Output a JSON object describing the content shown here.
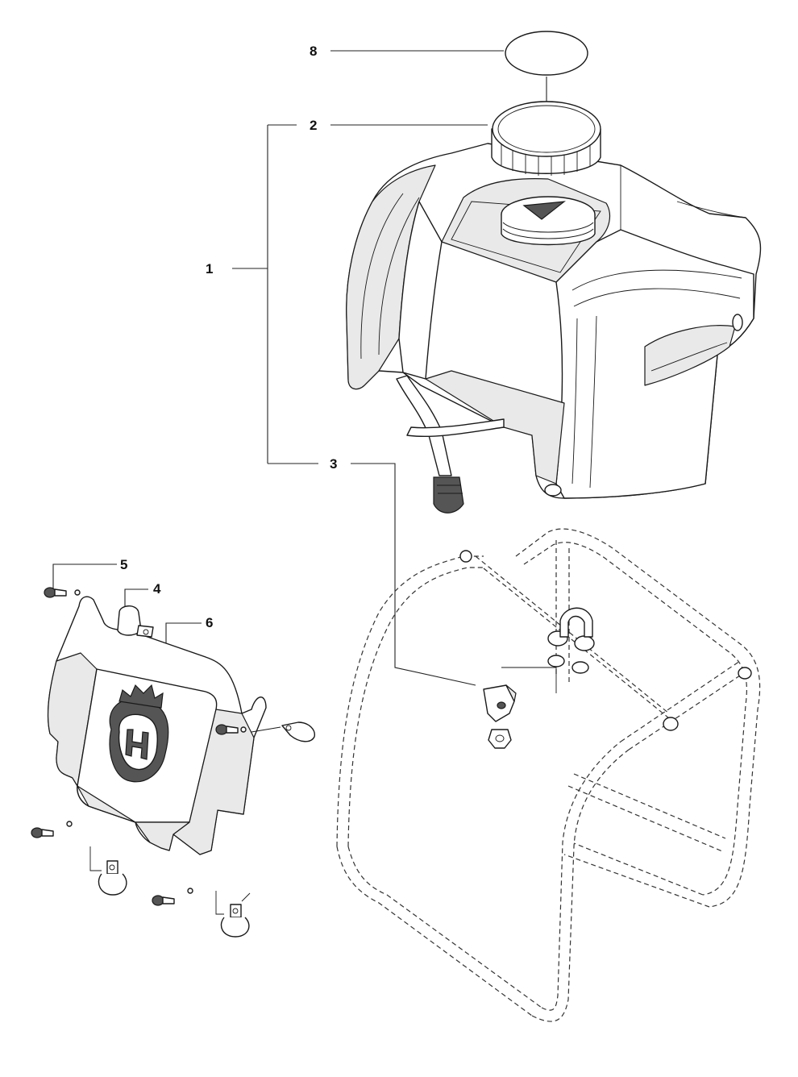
{
  "callouts": [
    {
      "id": "8",
      "label": "8"
    },
    {
      "id": "2",
      "label": "2"
    },
    {
      "id": "1",
      "label": "1"
    },
    {
      "id": "3",
      "label": "3"
    },
    {
      "id": "5",
      "label": "5"
    },
    {
      "id": "4",
      "label": "4"
    },
    {
      "id": "6",
      "label": "6"
    }
  ]
}
